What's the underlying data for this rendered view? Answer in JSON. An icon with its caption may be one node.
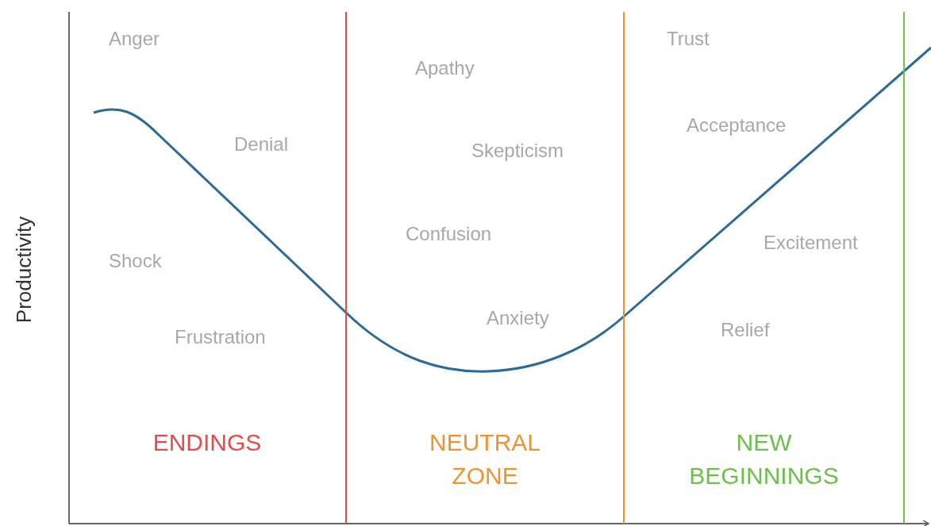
{
  "diagram": {
    "nodes": [
      {
        "text": [
          "ENDINGS"
        ]
      },
      {
        "text": [
          "NEUTRAL ZONE"
        ]
      },
      {
        "text": [
          "NEW BEGINNINGS"
        ]
      }
    ],
    "labels": [
      "Anger",
      "Trust",
      "Apathy",
      "Acceptance",
      "Denial",
      "Skepticism",
      "Productivity",
      "Confusion",
      "Excitement",
      "Shock",
      "Anxiety",
      "Relief",
      "Frustration"
    ]
  }
}
